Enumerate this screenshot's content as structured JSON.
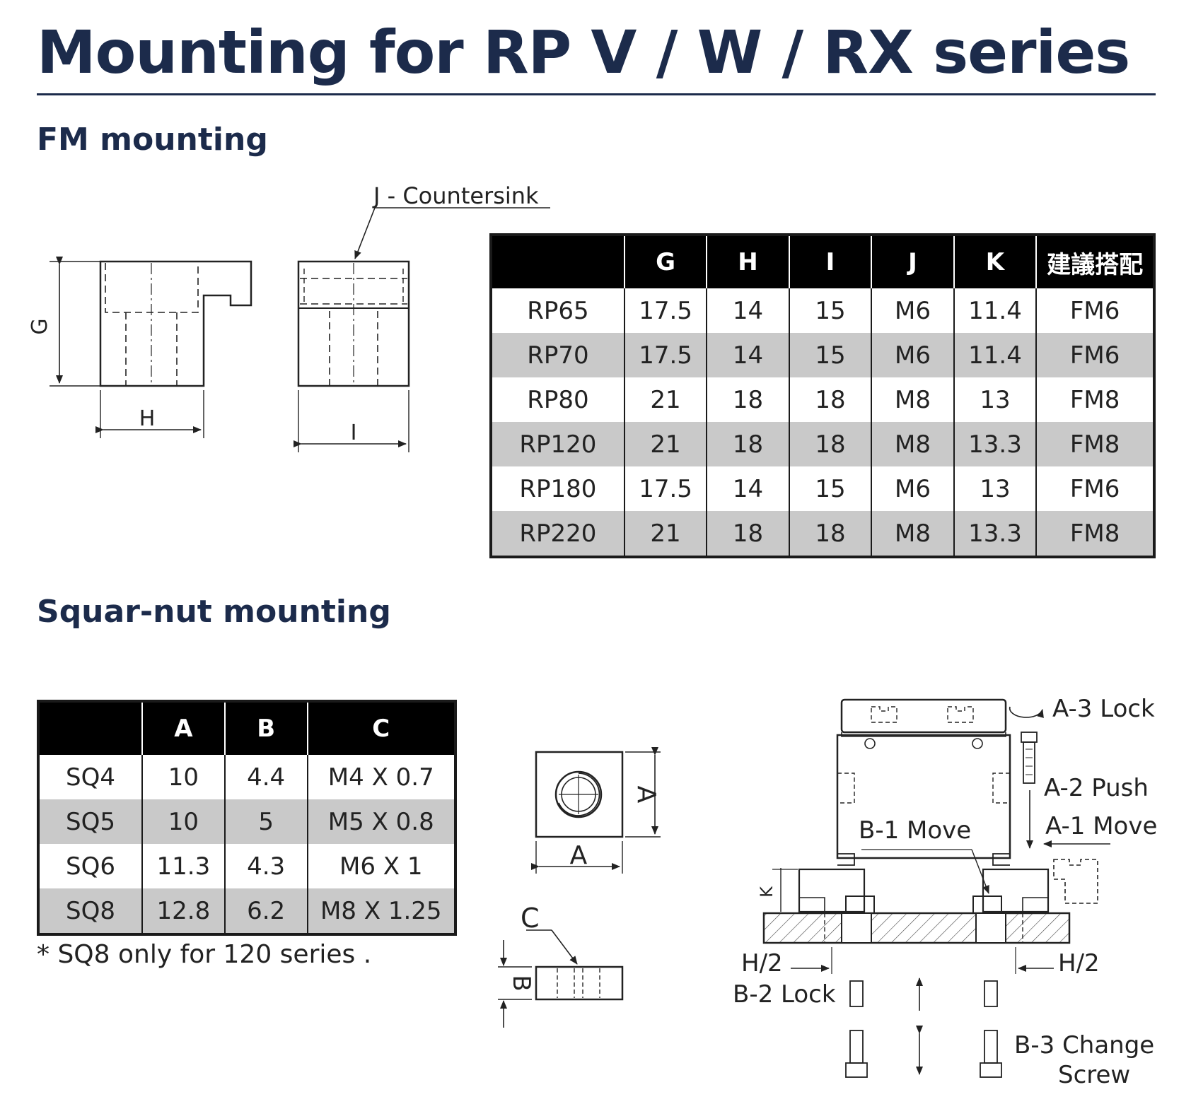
{
  "title": "Mounting for RP V / W / RX series",
  "fm_mounting": {
    "heading": "FM mounting",
    "diagram_labels": {
      "countersink": "J - Countersink",
      "g": "G",
      "h": "H",
      "i": "I"
    },
    "table": {
      "headers": [
        "",
        "G",
        "H",
        "I",
        "J",
        "K",
        "建議搭配"
      ],
      "rows": [
        [
          "RP65",
          "17.5",
          "14",
          "15",
          "M6",
          "11.4",
          "FM6"
        ],
        [
          "RP70",
          "17.5",
          "14",
          "15",
          "M6",
          "11.4",
          "FM6"
        ],
        [
          "RP80",
          "21",
          "18",
          "18",
          "M8",
          "13",
          "FM8"
        ],
        [
          "RP120",
          "21",
          "18",
          "18",
          "M8",
          "13.3",
          "FM8"
        ],
        [
          "RP180",
          "17.5",
          "14",
          "15",
          "M6",
          "13",
          "FM6"
        ],
        [
          "RP220",
          "21",
          "18",
          "18",
          "M8",
          "13.3",
          "FM8"
        ]
      ]
    }
  },
  "square_nut_mounting": {
    "heading": "Squar-nut mounting",
    "table": {
      "headers": [
        "",
        "A",
        "B",
        "C"
      ],
      "rows": [
        [
          "SQ4",
          "10",
          "4.4",
          "M4 X 0.7"
        ],
        [
          "SQ5",
          "10",
          "5",
          "M5 X 0.8"
        ],
        [
          "SQ6",
          "11.3",
          "4.3",
          "M6 X 1"
        ],
        [
          "SQ8",
          "12.8",
          "6.2",
          "M8 X 1.25"
        ]
      ]
    },
    "note": "* SQ8 only for 120 series .",
    "diagram_labels": {
      "a_side": "A",
      "a_bottom": "A",
      "c": "C",
      "b": "B"
    }
  },
  "assembly_labels": {
    "a3": "A-3 Lock",
    "a2": "A-2 Push",
    "a1": "A-1 Move",
    "b1": "B-1 Move",
    "k": "K",
    "h2_left": "H/2",
    "h2_right": "H/2",
    "b2": "B-2 Lock",
    "b3_line1": "B-3 Change",
    "b3_line2": "Screw"
  }
}
